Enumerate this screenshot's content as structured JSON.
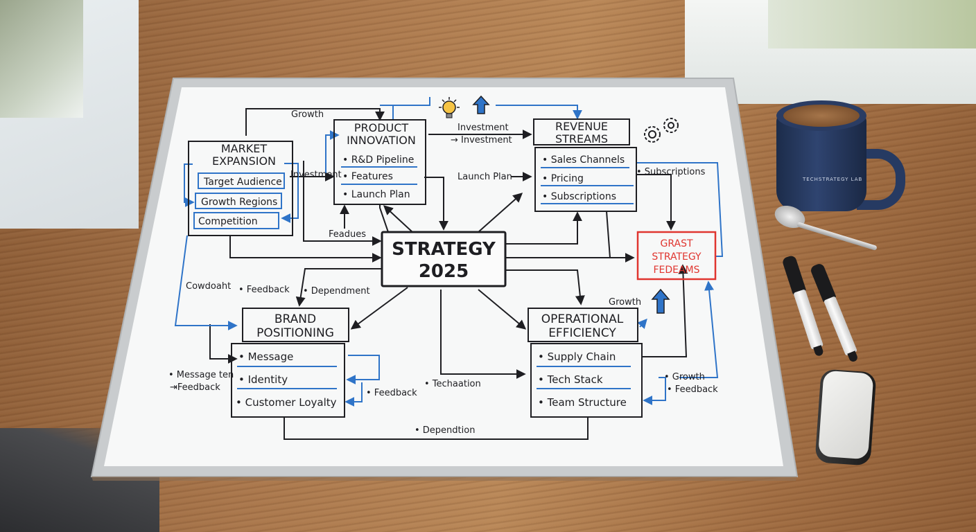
{
  "board": {
    "center": {
      "line1": "STRATEGY",
      "line2": "2025"
    },
    "market": {
      "title1": "MARKET",
      "title2": "EXPANSION",
      "items": [
        "Target Audience",
        "Growth Regions",
        "Competition"
      ]
    },
    "product": {
      "title1": "PRODUCT",
      "title2": "INNOVATION",
      "items": [
        "• R&D Pipeline",
        "• Features",
        "• Launch Plan"
      ]
    },
    "revenue": {
      "title1": "REVENUE",
      "title2": "STREAMS",
      "items": [
        "• Sales Channels",
        "• Pricing",
        "• Subscriptions"
      ]
    },
    "brand": {
      "title1": "BRAND",
      "title2": "POSITIONING",
      "items": [
        "• Message",
        "• Identity",
        "• Customer Loyalty"
      ]
    },
    "ops": {
      "title1": "OPERATIONAL",
      "title2": "EFFICIENCY",
      "items": [
        "• Supply Chain",
        "• Tech Stack",
        "• Team Structure"
      ]
    },
    "red": {
      "line1": "GRAST",
      "line2": "STRATEGY",
      "line3": "FEDEAMS"
    },
    "notes": {
      "growth_top": "Growth",
      "investment_left": "Investment",
      "investment_top1": "Investment",
      "investment_top2": "→ Investment",
      "launch_plan": "Launch Plan",
      "subscriptions": "• Subscriptions",
      "feadues": "Feadues",
      "cowdoaht": "Cowdoaht",
      "feedback_left": "• Feedback",
      "dependment": "• Dependment",
      "growth_ops": "Growth",
      "message_ten": "• Message ten",
      "feedback_msg": "⇥Feedback",
      "feedback_brand": "• Feedback",
      "techaation": "• Techaation",
      "growth_right": "• Growth",
      "feedback_right": "• Feedback",
      "dependtion": "• Dependtion"
    }
  },
  "props": {
    "mug_brand": "TECHSTRATEGY LAB"
  },
  "colors": {
    "ink": "#1e1e22",
    "blue": "#2f74c8",
    "red": "#e0352f",
    "board": "#f7f8f8",
    "frame": "#c9ccce",
    "mug": "#263a62"
  },
  "icons": [
    "lightbulb-icon",
    "up-arrow-icon",
    "gears-icon",
    "up-arrow-icon"
  ]
}
